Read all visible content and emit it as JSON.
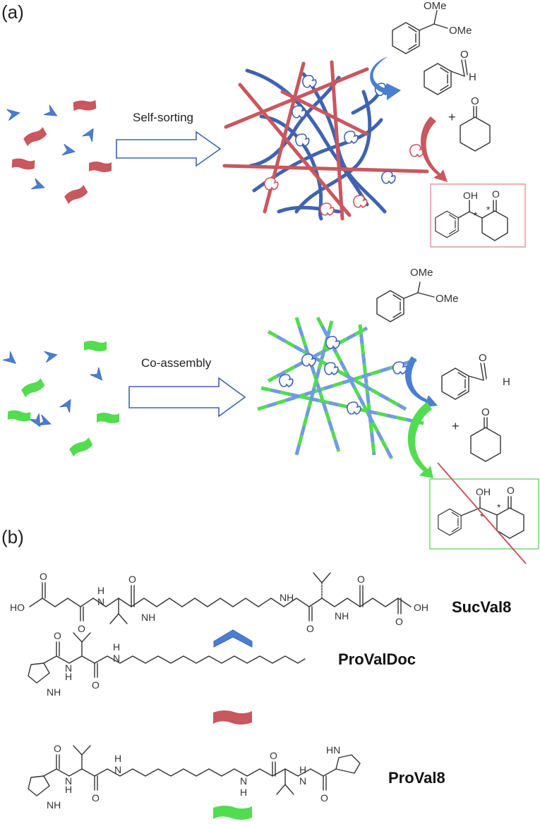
{
  "panel_labels": {
    "a": "(a)",
    "b": "(b)"
  },
  "processes": {
    "top": "Self-sorting",
    "bottom": "Co-assembly"
  },
  "chem_labels": {
    "ome_1": "OMe",
    "ome_2": "OMe",
    "ome_3": "OMe",
    "ome_4": "OMe",
    "o": "O",
    "h": "H",
    "plus": "+",
    "oh": "OH",
    "star": "*",
    "ho": "HO",
    "nh": "NH",
    "hn": "HN",
    "n": "N",
    "h_alone": "H"
  },
  "molecules": {
    "sucval8": "SucVal8",
    "provaldoc": "ProValDoc",
    "proval8": "ProVal8"
  },
  "colors": {
    "blue": "#4a7fd0",
    "blue_fiber": "#3f63b0",
    "red": "#c9575e",
    "green": "#52dc4f",
    "pink_box": "#e4a0a6",
    "green_box": "#7fdc7a",
    "arrow_outline": "#3f63b0"
  }
}
